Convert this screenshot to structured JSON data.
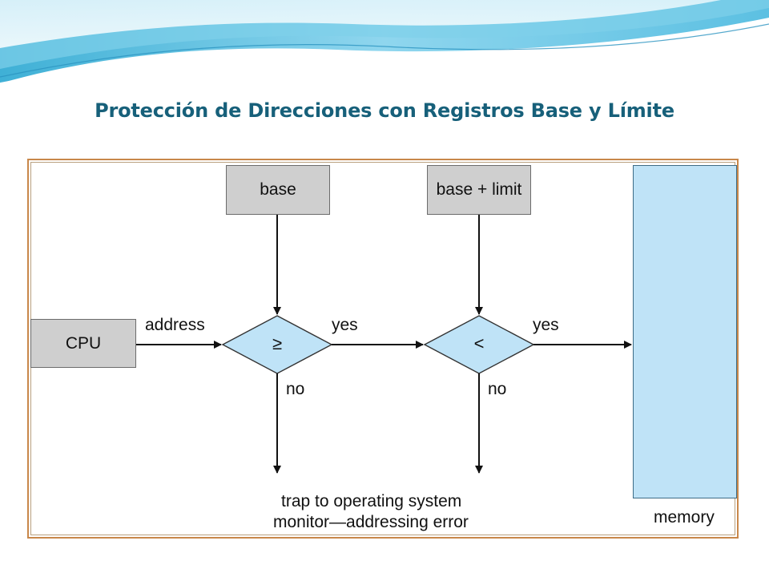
{
  "slide": {
    "title": "Protección de Direcciones con Registros Base y Límite"
  },
  "diagram": {
    "cpu_label": "CPU",
    "base_label": "base",
    "base_limit_label": "base + limit",
    "compare_ge_symbol": "≥",
    "compare_lt_symbol": "<",
    "address_label": "address",
    "yes_label_1": "yes",
    "yes_label_2": "yes",
    "no_label_1": "no",
    "no_label_2": "no",
    "trap_line_1": "trap to operating system",
    "trap_line_2": "monitor—addressing error",
    "memory_label": "memory"
  },
  "colors": {
    "title": "#17607a",
    "box_gray": "#cfcfcf",
    "diamond_fill": "#bfe3f7",
    "memory_fill": "#bfe3f7",
    "frame_border": "#c8874a"
  }
}
